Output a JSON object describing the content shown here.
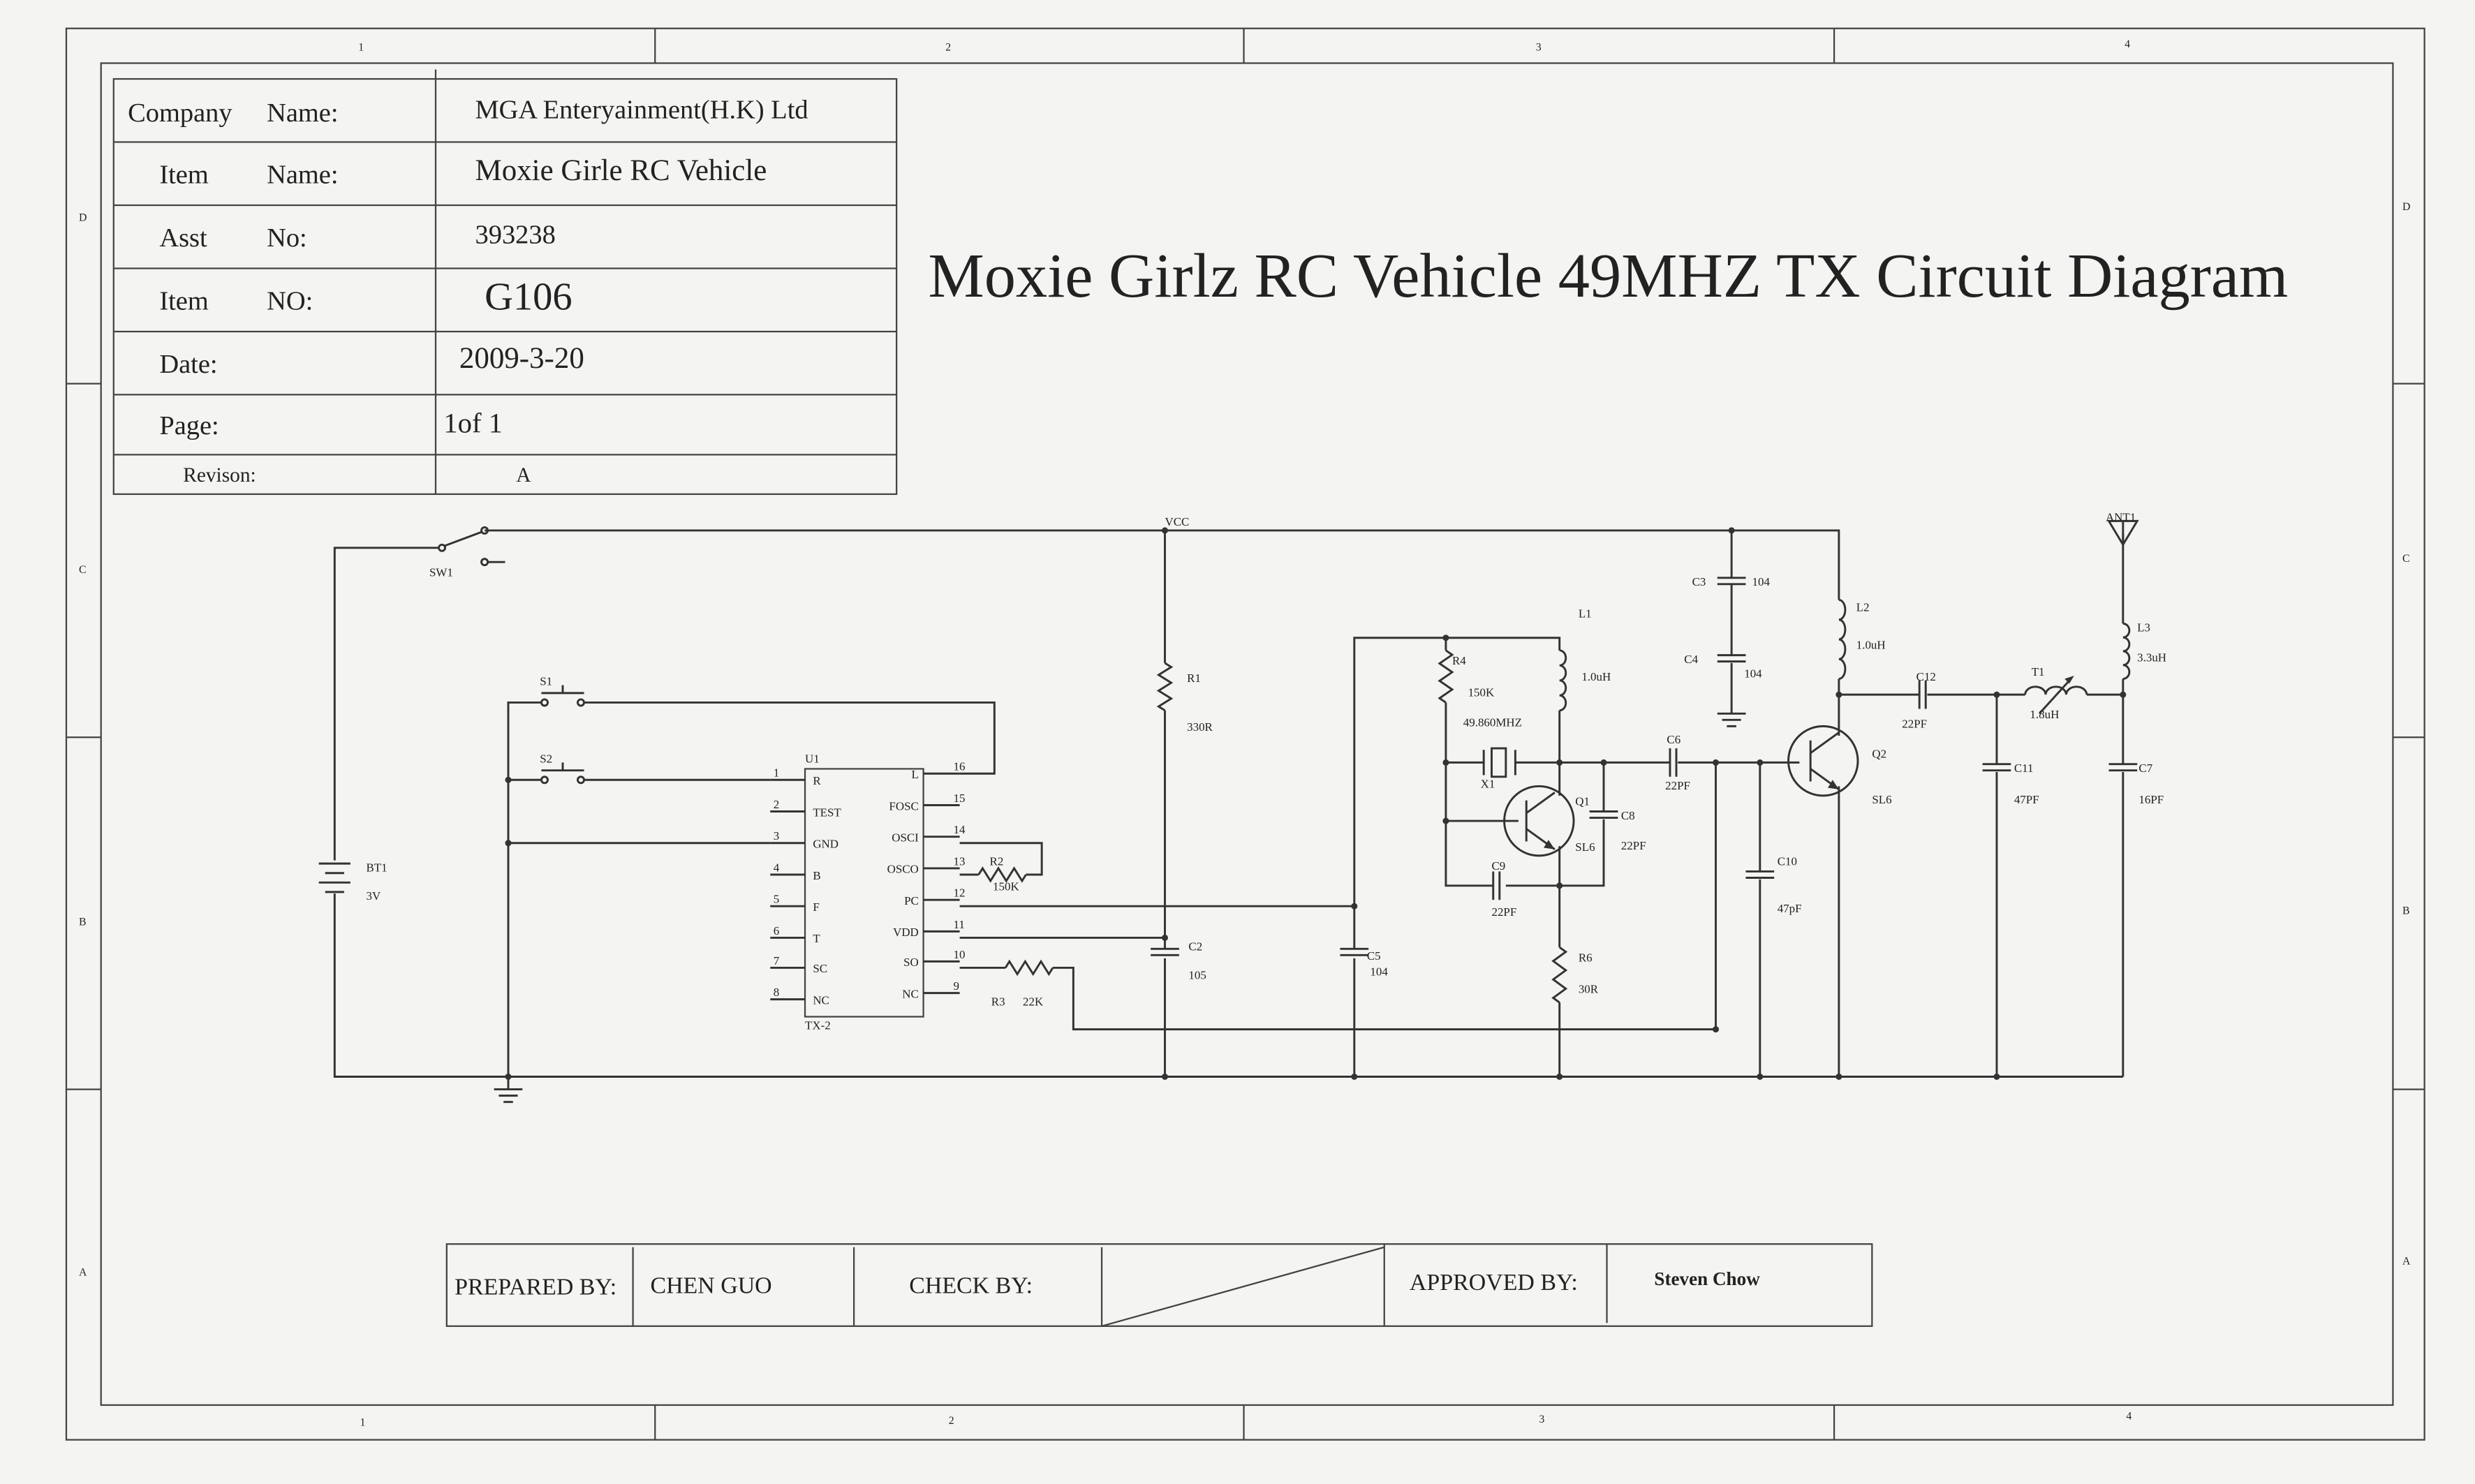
{
  "title": "Moxie Girlz RC Vehicle 49MHZ TX Circuit Diagram",
  "title_block": {
    "company_label": "Company",
    "company_name_label": "Name:",
    "company_value": "MGA Enteryainment(H.K) Ltd",
    "item_label": "Item",
    "item_name_label": "Name:",
    "item_value": "Moxie Girle RC Vehicle",
    "asst_label": "Asst",
    "asst_no_label": "No:",
    "asst_value": "393238",
    "item2_label": "Item",
    "item_no_label": "NO:",
    "item_no_value": "G106",
    "date_label": "Date:",
    "date_value": "2009-3-20",
    "page_label": "Page:",
    "page_value": "1of 1",
    "revision_label": "Revison:",
    "revision_value": "A"
  },
  "signoff": {
    "prepared_label": "PREPARED BY:",
    "prepared_value": "CHEN GUO",
    "check_label": "CHECK BY:",
    "approved_label": "APPROVED BY:",
    "approved_value": "Steven Chow"
  },
  "zones": {
    "cols": [
      "1",
      "2",
      "3",
      "4"
    ],
    "rows": [
      "D",
      "C",
      "B",
      "A"
    ]
  },
  "ic": {
    "ref": "U1",
    "part": "TX-2",
    "left_pins": [
      {
        "num": "1",
        "name": "R"
      },
      {
        "num": "2",
        "name": "TEST"
      },
      {
        "num": "3",
        "name": "GND"
      },
      {
        "num": "4",
        "name": "B"
      },
      {
        "num": "5",
        "name": "F"
      },
      {
        "num": "6",
        "name": "T"
      },
      {
        "num": "7",
        "name": "SC"
      },
      {
        "num": "8",
        "name": "NC"
      }
    ],
    "right_pins": [
      {
        "num": "16",
        "name": "L"
      },
      {
        "num": "15",
        "name": "FOSC"
      },
      {
        "num": "14",
        "name": "OSCI"
      },
      {
        "num": "13",
        "name": "OSCO"
      },
      {
        "num": "12",
        "name": "PC"
      },
      {
        "num": "11",
        "name": "VDD"
      },
      {
        "num": "10",
        "name": "SO"
      },
      {
        "num": "9",
        "name": "NC"
      }
    ]
  },
  "components": {
    "sw1": "SW1",
    "s1": "S1",
    "s2": "S2",
    "bt1": "BT1",
    "bt1_val": "3V",
    "vcc": "VCC",
    "r1": "R1",
    "r1_val": "330R",
    "r2": "R2",
    "r2_val": "150K",
    "r3": "R3",
    "r3_val": "22K",
    "r4": "R4",
    "r4_val": "150K",
    "r6": "R6",
    "r6_val": "30R",
    "c2": "C2",
    "c2_val": "105",
    "c3": "C3",
    "c3_val": "104",
    "c4": "C4",
    "c4_val": "104",
    "c5": "C5",
    "c5_val": "104",
    "c6": "C6",
    "c6_val": "22PF",
    "c7": "C7",
    "c7_val": "16PF",
    "c8": "C8",
    "c8_val": "22PF",
    "c9": "C9",
    "c9_val": "22PF",
    "c10": "C10",
    "c10_val": "47pF",
    "c11": "C11",
    "c11_val": "47PF",
    "c12": "C12",
    "c12_val": "22PF",
    "l1": "L1",
    "l1_val": "1.0uH",
    "l2": "L2",
    "l2_val": "1.0uH",
    "l3": "L3",
    "l3_val": "3.3uH",
    "t1": "T1",
    "t1_val": "1.8uH",
    "x1": "X1",
    "x1_val": "49.860MHZ",
    "q1": "Q1",
    "q1_val": "SL6",
    "q2": "Q2",
    "q2_val": "SL6",
    "ant1": "ANT1"
  }
}
